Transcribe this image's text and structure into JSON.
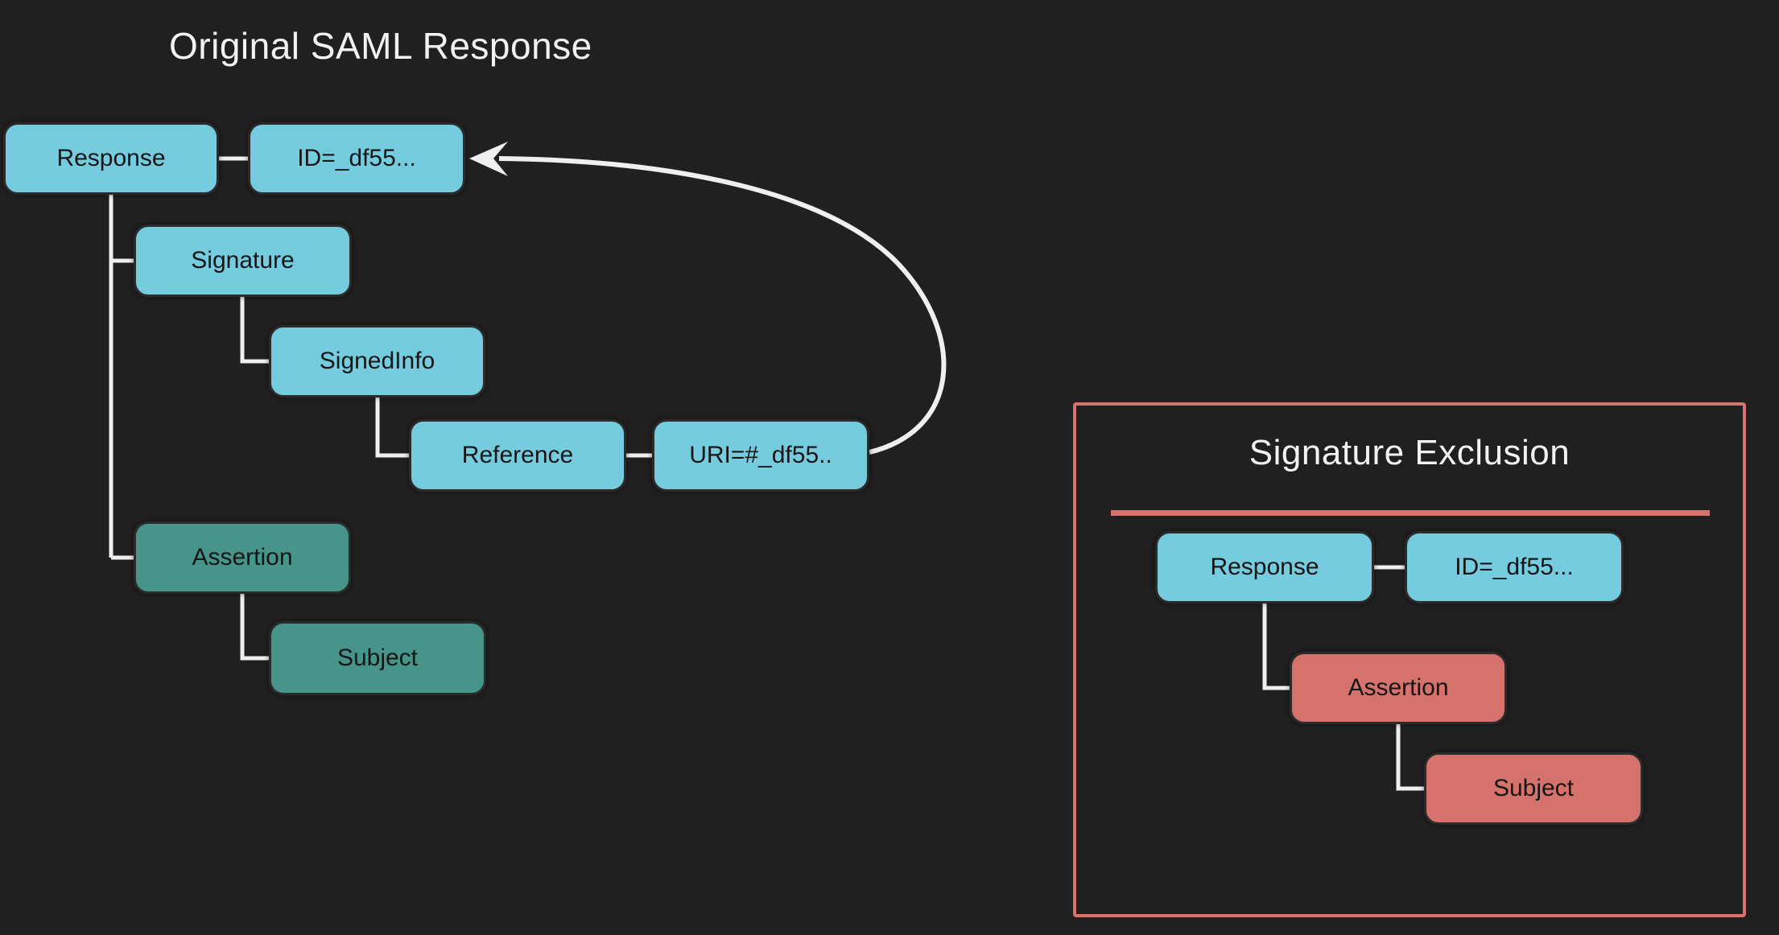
{
  "colors": {
    "background": "#211f1f",
    "node_cyan": "#74ccde",
    "node_teal": "#46948a",
    "node_red": "#d5726b",
    "panel_border": "#d9736c",
    "connector": "#f0eeee",
    "title_text": "#f2f2f2",
    "node_text": "#161616"
  },
  "left_diagram": {
    "title": "Original SAML Response",
    "nodes": {
      "response": {
        "label": "Response"
      },
      "id_attr": {
        "label": "ID=_df55..."
      },
      "signature": {
        "label": "Signature"
      },
      "signedinfo": {
        "label": "SignedInfo"
      },
      "reference": {
        "label": "Reference"
      },
      "uri_attr": {
        "label": "URI=#_df55.."
      },
      "assertion": {
        "label": "Assertion"
      },
      "subject": {
        "label": "Subject"
      }
    }
  },
  "right_panel": {
    "title": "Signature Exclusion",
    "nodes": {
      "response": {
        "label": "Response"
      },
      "id_attr": {
        "label": "ID=_df55..."
      },
      "assertion": {
        "label": "Assertion"
      },
      "subject": {
        "label": "Subject"
      }
    }
  }
}
